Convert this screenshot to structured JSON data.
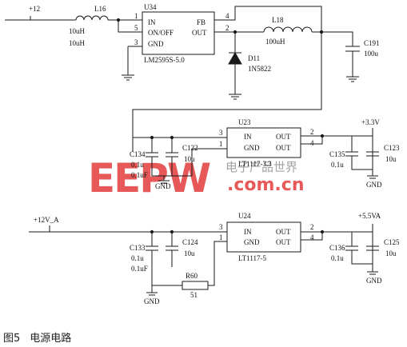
{
  "figure": {
    "caption_number": "图5",
    "caption_text": "电源电路"
  },
  "colors": {
    "wire": "#1a1a1a",
    "watermark_red": "#e23030",
    "watermark_gray": "#8c8c8c"
  },
  "watermark": {
    "logo": "EEPW",
    "chinese": "电子产品世界",
    "url": ".com.cn"
  },
  "top_section": {
    "input_label": "+12",
    "inductor_l16": {
      "ref": "L16",
      "value_a": "10uH",
      "value_b": "10uH"
    },
    "ic_u34": {
      "ref": "U34",
      "part": "LM2595S-5.0",
      "pin_in": "IN",
      "pin_onoff": "ON/OFF",
      "pin_gnd": "GND",
      "pin_fb": "FB",
      "pin_out": "OUT",
      "pin1": "1",
      "pin5": "5",
      "pin3": "3",
      "pin4": "4",
      "pin2": "2"
    },
    "inductor_l18": {
      "ref": "L18",
      "value": "100uH"
    },
    "diode_d11": {
      "ref": "D11",
      "part": "1N5822"
    },
    "cap_c191": {
      "ref": "C191",
      "value": "100u"
    }
  },
  "middle_section": {
    "ic_u23": {
      "ref": "U23",
      "part": "LT1117-3.3",
      "pin_in": "IN",
      "pin_gnd": "GND",
      "pin_out_a": "OUT",
      "pin_out_b": "OUT",
      "pin3": "3",
      "pin1": "1",
      "pin2": "2",
      "pin4": "4"
    },
    "cap_c134": {
      "ref": "C134",
      "value": "0.1u"
    },
    "cap_c122": {
      "ref": "C122",
      "value": "10u"
    },
    "cap_extra_in": {
      "value": "0.1uF"
    },
    "gnd_in": "GND",
    "output_label": "+3.3V",
    "cap_c135": {
      "ref": "C135",
      "value": "0.1u"
    },
    "cap_c123": {
      "ref": "C123",
      "value": "10u"
    },
    "gnd_out": "GND"
  },
  "bottom_section": {
    "input_label": "+12V_A",
    "ic_u24": {
      "ref": "U24",
      "part": "LT1117-5",
      "pin_in": "IN",
      "pin_gnd": "GND",
      "pin_out_a": "OUT",
      "pin_out_b": "OUT",
      "pin3": "3",
      "pin1": "1",
      "pin2": "2",
      "pin4": "4"
    },
    "cap_c133": {
      "ref": "C133",
      "value": "0.1u"
    },
    "cap_c124": {
      "ref": "C124",
      "value": "10u"
    },
    "cap_extra_in": {
      "value": "0.1uF"
    },
    "resistor_r60": {
      "ref": "R60",
      "value": "51"
    },
    "gnd_in": "GND",
    "output_label": "+5.5VA",
    "cap_c136": {
      "ref": "C136",
      "value": "0.1u"
    },
    "cap_c125": {
      "ref": "C125",
      "value": "10u"
    },
    "gnd_out": "GND"
  }
}
